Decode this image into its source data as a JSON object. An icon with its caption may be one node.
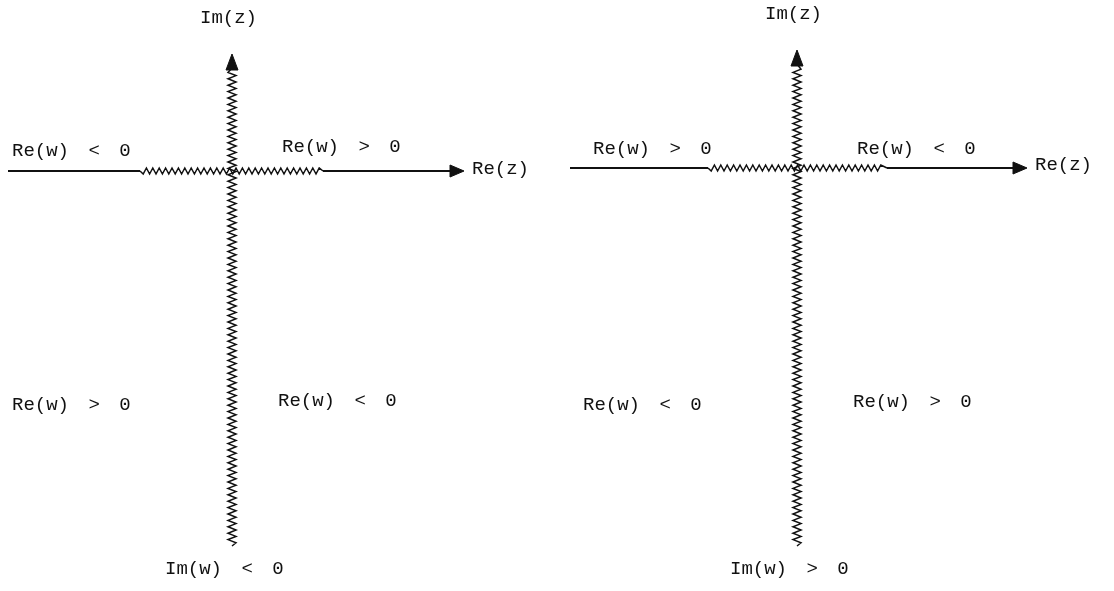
{
  "diagram": {
    "labels": [
      "Im(z)",
      "Im(z)",
      "Re(w) < 0",
      "Re(w) > 0",
      "Re(w) > 0",
      "Re(w) < 0",
      "Re(z)",
      "Re(z)",
      "Re(w) > 0",
      "Re(w) < 0",
      "Re(w) < 0",
      "Re(w) > 0",
      "Im(w) < 0",
      "Im(w) > 0"
    ]
  }
}
